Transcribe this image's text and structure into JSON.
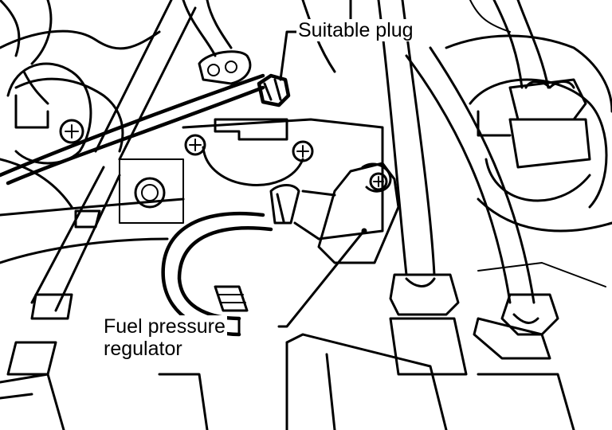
{
  "labels": {
    "suitable_plug": "Suitable plug",
    "fuel_pressure_regulator_line1": "Fuel pressure",
    "fuel_pressure_regulator_line2": "regulator"
  },
  "colors": {
    "ink": "#000000",
    "paper": "#ffffff"
  }
}
